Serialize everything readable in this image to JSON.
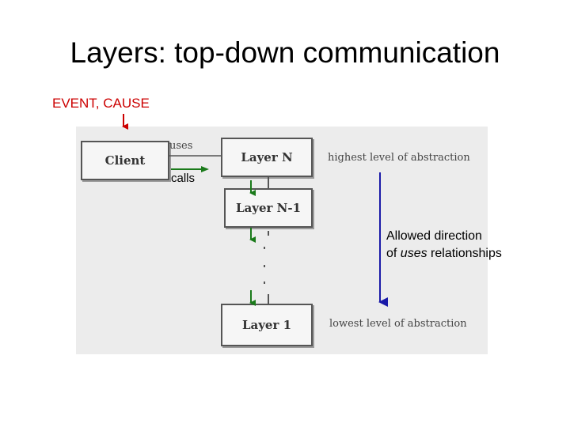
{
  "title": "Layers: top-down communication",
  "event_label": "EVENT, CAUSE",
  "diagram": {
    "client": "Client",
    "uses": "uses",
    "calls": "calls",
    "layer_n": "Layer N",
    "layer_n1": "Layer N-1",
    "layer_1": "Layer 1",
    "highest": "highest level of abstraction",
    "lowest": "lowest level of abstraction"
  },
  "allowed": {
    "line1": "Allowed direction",
    "line2_prefix": "of ",
    "line2_italic": "uses",
    "line2_suffix": " relationships"
  },
  "colors": {
    "event": "#cc0000",
    "down_arrows": "#1a7a1a",
    "allowed_arrow": "#1a1aa8"
  }
}
